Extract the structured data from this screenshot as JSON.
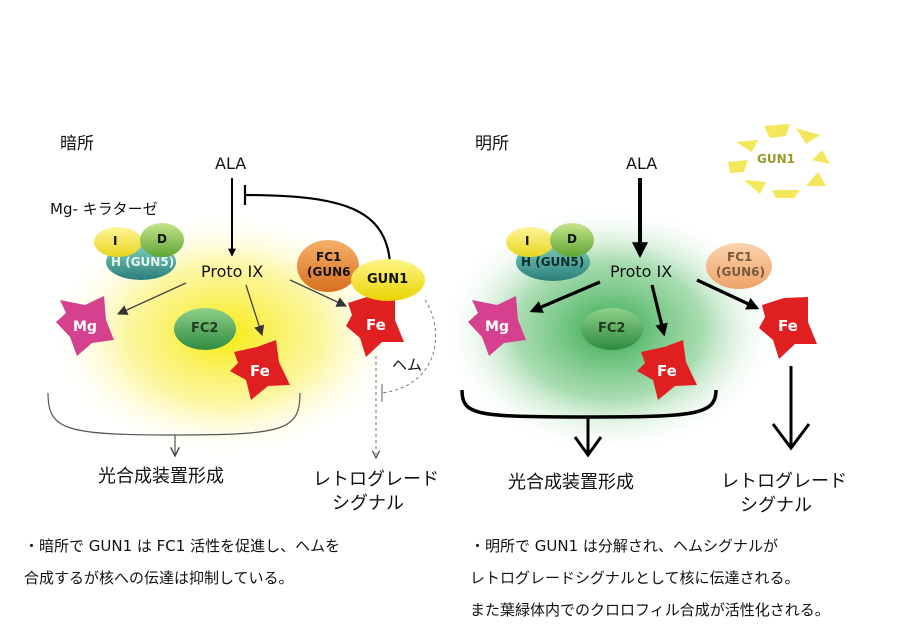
{
  "dark": {
    "title": "暗所",
    "ala": "ALA",
    "mg_chelatase": "Mg- キラターゼ",
    "subunit_i": "I",
    "subunit_d": "D",
    "subunit_h": "H (GUN5)",
    "proto": "Proto IX",
    "fc1_line1": "FC1",
    "fc1_line2": "(GUN6",
    "gun1": "GUN1",
    "mg": "Mg",
    "fc2": "FC2",
    "fe_center": "Fe",
    "fe_right": "Fe",
    "heme": "ヘム",
    "output_left": "光合成装置形成",
    "output_right_line1": "レトログレード",
    "output_right_line2": "シグナル",
    "caption_line1": "・暗所で GUN1 は FC1 活性を促進し、ヘムを",
    "caption_line2": "合成するが核への伝達は抑制している。"
  },
  "light": {
    "title": "明所",
    "ala": "ALA",
    "gun1_degraded": "GUN1",
    "subunit_i": "I",
    "subunit_d": "D",
    "subunit_h": "H (GUN5)",
    "proto": "Proto IX",
    "fc1_line1": "FC1",
    "fc1_line2": "(GUN6)",
    "mg": "Mg",
    "fc2": "FC2",
    "fe_center": "Fe",
    "fe_right": "Fe",
    "output_left": "光合成装置形成",
    "output_right_line1": "レトログレード",
    "output_right_line2": "シグナル",
    "caption_line1": "・明所で GUN1 は分解され、ヘムシグナルが",
    "caption_line2": "レトログレードシグナルとして核に伝達される。",
    "caption_line3": "また葉緑体内でのクロロフィル合成が活性化される。"
  },
  "colors": {
    "yellow_glow": "#f5e800",
    "green_glow": "#2fa84a",
    "mg_magenta": "#d6418f",
    "fe_red": "#e02020",
    "fc2_green": "#3f9a4c",
    "fc1_orange": "#e8872a",
    "gun1_yellow": "#f1e21c",
    "subunit_yellow": "#f1e440",
    "subunit_green": "#7dbb45",
    "subunit_teal": "#2f8f86"
  }
}
